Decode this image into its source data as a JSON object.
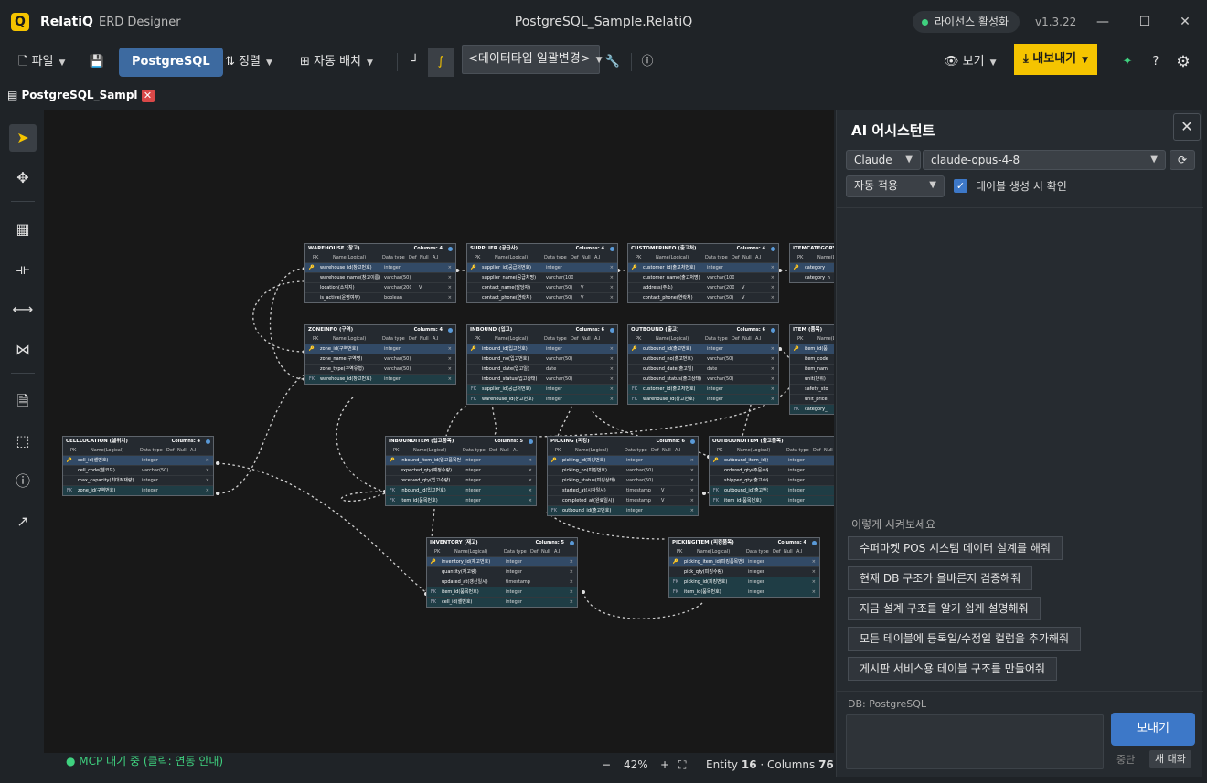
{
  "app": {
    "logo": "Q",
    "name": "RelatiQ",
    "subtitle": "ERD Designer",
    "window_title": "PostgreSQL_Sample.RelatiQ",
    "license": "라이선스 활성화",
    "version": "v1.3.22"
  },
  "toolbar": {
    "file": "파일",
    "db": "PostgreSQL",
    "sort": "정렬",
    "auto_layout": "자동 배치",
    "dtype_select": "<데이터타입 일괄변경>",
    "view": "보기",
    "export": "내보내기"
  },
  "tab": {
    "label": "PostgreSQL_Sampl",
    "close": "✕"
  },
  "status": {
    "mcp": "● MCP 대기 중 (클릭: 연동 안내)",
    "zoom": "42%",
    "entity_label": "Entity",
    "entity_count": "16",
    "columns_label": "Columns",
    "columns_count": "76",
    "zoom_out": "−",
    "zoom_in": "+"
  },
  "ai": {
    "title": "AI 어시스턴트",
    "provider": "Claude",
    "model": "claude-opus-4-8",
    "apply_mode": "자동 적용",
    "confirm_label": "테이블 생성 시 확인",
    "suggest_title": "이렇게 시켜보세요",
    "suggestions": [
      "수퍼마켓 POS 시스템 데이터 설계를 해줘",
      "현재 DB 구조가 올바른지 검증해줘",
      "지금 설계 구조를 알기 쉽게 설명해줘",
      "모든 테이블에 등록일/수정일 컬럼을 추가해줘",
      "게시판 서비스용 테이블 구조를 만들어줘"
    ],
    "db_label": "DB: PostgreSQL",
    "send": "보내기",
    "stop": "중단",
    "new_chat": "새 대화"
  },
  "entity_header": {
    "pk": "PK",
    "name": "Name(Logical)",
    "type": "Data type",
    "def": "Def",
    "null": "Null",
    "ai": "A.I",
    "columns": "Columns:"
  },
  "entities": [
    {
      "id": "warehouse",
      "title": "WAREHOUSE (창고)",
      "count": "4",
      "rows": [
        {
          "k": "pk",
          "pk": "🔑",
          "name": "warehouse_id(창고번호)",
          "type": "integer",
          "null": ""
        },
        {
          "k": "",
          "pk": "",
          "name": "warehouse_name(창고이름)",
          "type": "varchar(50)",
          "null": ""
        },
        {
          "k": "",
          "pk": "",
          "name": "location(소재지)",
          "type": "varchar(200)",
          "null": "V"
        },
        {
          "k": "",
          "pk": "",
          "name": "is_active(운영여부)",
          "type": "boolean",
          "null": ""
        }
      ]
    },
    {
      "id": "supplier",
      "title": "SUPPLIER (공급사)",
      "count": "4",
      "rows": [
        {
          "k": "pk",
          "pk": "🔑",
          "name": "supplier_id(공급처번호)",
          "type": "integer",
          "null": ""
        },
        {
          "k": "",
          "pk": "",
          "name": "supplier_name(공급처명)",
          "type": "varchar(100)",
          "null": ""
        },
        {
          "k": "",
          "pk": "",
          "name": "contact_name(담당자)",
          "type": "varchar(50)",
          "null": "V"
        },
        {
          "k": "",
          "pk": "",
          "name": "contact_phone(연락처)",
          "type": "varchar(50)",
          "null": "V"
        }
      ]
    },
    {
      "id": "customerinfo",
      "title": "CUSTOMERINFO (출고처)",
      "count": "4",
      "rows": [
        {
          "k": "pk",
          "pk": "🔑",
          "name": "customer_id(출고처번호)",
          "type": "integer",
          "null": ""
        },
        {
          "k": "",
          "pk": "",
          "name": "customer_name(출고처명)",
          "type": "varchar(100)",
          "null": ""
        },
        {
          "k": "",
          "pk": "",
          "name": "address(주소)",
          "type": "varchar(200)",
          "null": "V"
        },
        {
          "k": "",
          "pk": "",
          "name": "contact_phone(연락처)",
          "type": "varchar(50)",
          "null": "V"
        }
      ]
    },
    {
      "id": "itemcategory",
      "title": "ITEMCATEGORY",
      "count": "",
      "rows": [
        {
          "k": "pk",
          "pk": "🔑",
          "name": "category_i",
          "type": "",
          "null": ""
        },
        {
          "k": "",
          "pk": "",
          "name": "category_n",
          "type": "",
          "null": ""
        }
      ]
    },
    {
      "id": "zoneinfo",
      "title": "ZONEINFO (구역)",
      "count": "4",
      "rows": [
        {
          "k": "pk",
          "pk": "🔑",
          "name": "zone_id(구역번호)",
          "type": "integer",
          "null": ""
        },
        {
          "k": "",
          "pk": "",
          "name": "zone_name(구역명)",
          "type": "varchar(50)",
          "null": ""
        },
        {
          "k": "",
          "pk": "",
          "name": "zone_type(구역유형)",
          "type": "varchar(50)",
          "null": ""
        },
        {
          "k": "fk",
          "pk": "FK",
          "name": "warehouse_id(창고번호)",
          "type": "integer",
          "null": ""
        }
      ]
    },
    {
      "id": "inbound",
      "title": "INBOUND (입고)",
      "count": "6",
      "rows": [
        {
          "k": "pk",
          "pk": "🔑",
          "name": "inbound_id(입고번호)",
          "type": "integer",
          "null": ""
        },
        {
          "k": "",
          "pk": "",
          "name": "inbound_no(입고번호)",
          "type": "varchar(50)",
          "null": ""
        },
        {
          "k": "",
          "pk": "",
          "name": "inbound_date(입고일)",
          "type": "date",
          "null": ""
        },
        {
          "k": "",
          "pk": "",
          "name": "inbound_status(입고상태)",
          "type": "varchar(50)",
          "null": ""
        },
        {
          "k": "fk",
          "pk": "FK",
          "name": "supplier_id(공급처번호)",
          "type": "integer",
          "null": ""
        },
        {
          "k": "fk",
          "pk": "FK",
          "name": "warehouse_id(창고번호)",
          "type": "integer",
          "null": ""
        }
      ]
    },
    {
      "id": "outbound",
      "title": "OUTBOUND (출고)",
      "count": "6",
      "rows": [
        {
          "k": "pk",
          "pk": "🔑",
          "name": "outbound_id(출고번호)",
          "type": "integer",
          "null": ""
        },
        {
          "k": "",
          "pk": "",
          "name": "outbound_no(출고번호)",
          "type": "varchar(50)",
          "null": ""
        },
        {
          "k": "",
          "pk": "",
          "name": "outbound_date(출고일)",
          "type": "date",
          "null": ""
        },
        {
          "k": "",
          "pk": "",
          "name": "outbound_status(출고상태)",
          "type": "varchar(50)",
          "null": ""
        },
        {
          "k": "fk",
          "pk": "FK",
          "name": "customer_id(출고처번호)",
          "type": "integer",
          "null": ""
        },
        {
          "k": "fk",
          "pk": "FK",
          "name": "warehouse_id(창고번호)",
          "type": "integer",
          "null": ""
        }
      ]
    },
    {
      "id": "item",
      "title": "ITEM (품목)",
      "count": "",
      "rows": [
        {
          "k": "pk",
          "pk": "🔑",
          "name": "item_id(품",
          "type": "",
          "null": ""
        },
        {
          "k": "",
          "pk": "",
          "name": "item_code",
          "type": "",
          "null": ""
        },
        {
          "k": "",
          "pk": "",
          "name": "item_nam",
          "type": "",
          "null": ""
        },
        {
          "k": "",
          "pk": "",
          "name": "unit(단위)",
          "type": "",
          "null": ""
        },
        {
          "k": "",
          "pk": "",
          "name": "safety_sto",
          "type": "",
          "null": ""
        },
        {
          "k": "",
          "pk": "",
          "name": "unit_price(",
          "type": "",
          "null": ""
        },
        {
          "k": "fk",
          "pk": "FK",
          "name": "category_i",
          "type": "",
          "null": ""
        }
      ]
    },
    {
      "id": "celllocation",
      "title": "CELLLOCATION (셀위치)",
      "count": "4",
      "rows": [
        {
          "k": "pk",
          "pk": "🔑",
          "name": "cell_id(셀번호)",
          "type": "integer",
          "null": ""
        },
        {
          "k": "",
          "pk": "",
          "name": "cell_code(셀코드)",
          "type": "varchar(50)",
          "null": ""
        },
        {
          "k": "",
          "pk": "",
          "name": "max_capacity(최대적재량)",
          "type": "integer",
          "null": ""
        },
        {
          "k": "fk",
          "pk": "FK",
          "name": "zone_id(구역번호)",
          "type": "integer",
          "null": ""
        }
      ]
    },
    {
      "id": "inbounditem",
      "title": "INBOUNDITEM (입고품목)",
      "count": "5",
      "rows": [
        {
          "k": "pk",
          "pk": "🔑",
          "name": "inbound_item_id(입고품목번호)",
          "type": "integer",
          "null": ""
        },
        {
          "k": "",
          "pk": "",
          "name": "expected_qty(예정수량)",
          "type": "integer",
          "null": ""
        },
        {
          "k": "",
          "pk": "",
          "name": "received_qty(입고수량)",
          "type": "integer",
          "null": ""
        },
        {
          "k": "fk",
          "pk": "FK",
          "name": "inbound_id(입고번호)",
          "type": "integer",
          "null": ""
        },
        {
          "k": "fk",
          "pk": "FK",
          "name": "item_id(품목번호)",
          "type": "integer",
          "null": ""
        }
      ]
    },
    {
      "id": "picking",
      "title": "PICKING (피킹)",
      "count": "6",
      "rows": [
        {
          "k": "pk",
          "pk": "🔑",
          "name": "picking_id(피킹번호)",
          "type": "integer",
          "null": ""
        },
        {
          "k": "",
          "pk": "",
          "name": "picking_no(피킹번호)",
          "type": "varchar(50)",
          "null": ""
        },
        {
          "k": "",
          "pk": "",
          "name": "picking_status(피킹상태)",
          "type": "varchar(50)",
          "null": ""
        },
        {
          "k": "",
          "pk": "",
          "name": "started_at(시작일시)",
          "type": "timestamp",
          "null": "V"
        },
        {
          "k": "",
          "pk": "",
          "name": "completed_at(완료일시)",
          "type": "timestamp",
          "null": "V"
        },
        {
          "k": "fk",
          "pk": "FK",
          "name": "outbound_id(출고번호)",
          "type": "integer",
          "null": ""
        }
      ]
    },
    {
      "id": "outbounditem",
      "title": "OUTBOUNDITEM (출고품목)",
      "count": "",
      "rows": [
        {
          "k": "pk",
          "pk": "🔑",
          "name": "outbound_item_id(출고품목번호)",
          "type": "integer",
          "null": ""
        },
        {
          "k": "",
          "pk": "",
          "name": "ordered_qty(주문수량)",
          "type": "integer",
          "null": ""
        },
        {
          "k": "",
          "pk": "",
          "name": "shipped_qty(출고수량)",
          "type": "integer",
          "null": ""
        },
        {
          "k": "fk",
          "pk": "FK",
          "name": "outbound_id(출고번호)",
          "type": "integer",
          "null": ""
        },
        {
          "k": "fk",
          "pk": "FK",
          "name": "item_id(품목번호)",
          "type": "integer",
          "null": ""
        }
      ]
    },
    {
      "id": "inventory",
      "title": "INVENTORY (재고)",
      "count": "5",
      "rows": [
        {
          "k": "pk",
          "pk": "🔑",
          "name": "inventory_id(재고번호)",
          "type": "integer",
          "null": ""
        },
        {
          "k": "",
          "pk": "",
          "name": "quantity(재고량)",
          "type": "integer",
          "null": ""
        },
        {
          "k": "",
          "pk": "",
          "name": "updated_at(갱신일시)",
          "type": "timestamp",
          "null": ""
        },
        {
          "k": "fk",
          "pk": "FK",
          "name": "item_id(품목번호)",
          "type": "integer",
          "null": ""
        },
        {
          "k": "fk",
          "pk": "FK",
          "name": "cell_id(셀번호)",
          "type": "integer",
          "null": ""
        }
      ]
    },
    {
      "id": "pickingitem",
      "title": "PICKINGITEM (피킹품목)",
      "count": "4",
      "rows": [
        {
          "k": "pk",
          "pk": "🔑",
          "name": "picking_item_id(피킹품목번호)",
          "type": "integer",
          "null": ""
        },
        {
          "k": "",
          "pk": "",
          "name": "pick_qty(피킹수량)",
          "type": "integer",
          "null": ""
        },
        {
          "k": "fk",
          "pk": "FK",
          "name": "picking_id(피킹번호)",
          "type": "integer",
          "null": ""
        },
        {
          "k": "fk",
          "pk": "FK",
          "name": "item_id(품목번호)",
          "type": "integer",
          "null": ""
        }
      ]
    }
  ]
}
